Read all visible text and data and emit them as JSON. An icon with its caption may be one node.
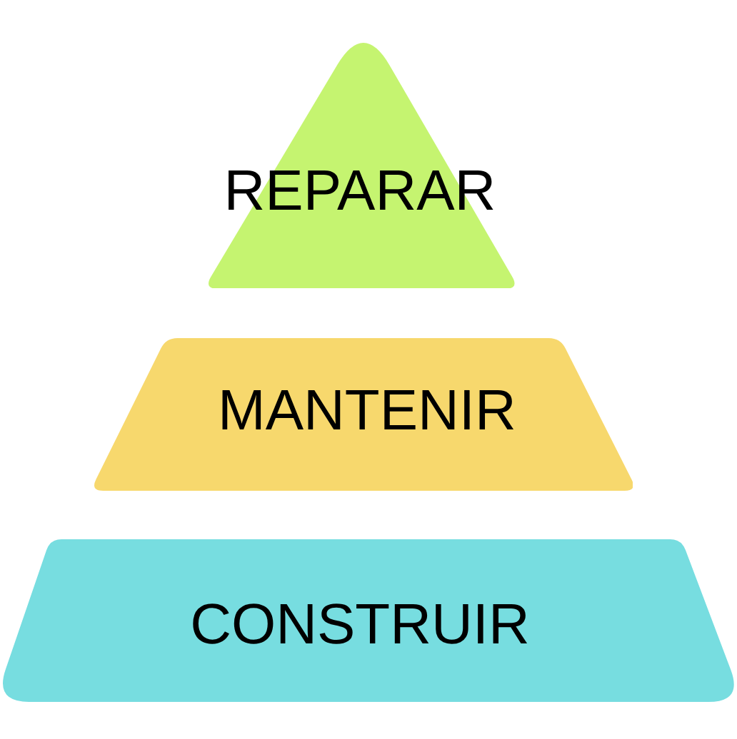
{
  "diagram": {
    "nodes": [
      {
        "text": [
          "REPARAR"
        ]
      },
      {
        "text": [
          "MANTENIR"
        ]
      },
      {
        "text": [
          "CONSTRUIR"
        ]
      }
    ]
  }
}
